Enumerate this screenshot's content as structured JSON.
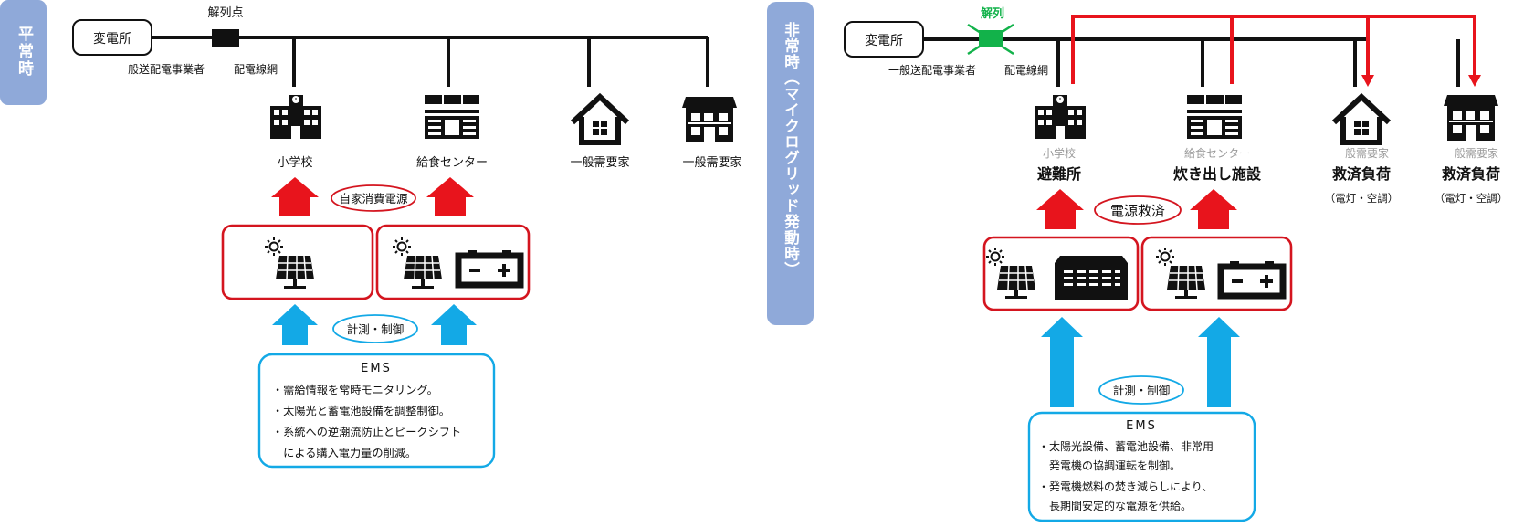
{
  "normal": {
    "mode_label": "平常時",
    "substation": "変電所",
    "disconnect_point": "解列点",
    "utility": "一般送配電事業者",
    "grid": "配電線網",
    "facilities": [
      "小学校",
      "給食センター",
      "一般需要家",
      "一般需要家"
    ],
    "self_power": "自家消費電源",
    "measure_control": "計測・制御",
    "ems": {
      "title": "EMS",
      "lines": [
        "・需給情報を常時モニタリング。",
        "・太陽光と蓄電池設備を調整制御。",
        "・系統への逆潮流防止とピークシフト",
        "　による購入電力量の削減。"
      ]
    }
  },
  "emergency": {
    "mode_label": "非常時（マイクログリッド発動時）",
    "substation": "変電所",
    "disconnect": "解列",
    "utility": "一般送配電事業者",
    "grid": "配電線網",
    "facilities": [
      {
        "orig": "小学校",
        "role": "避難所",
        "note": ""
      },
      {
        "orig": "給食センター",
        "role": "炊き出し施設",
        "note": ""
      },
      {
        "orig": "一般需要家",
        "role": "救済負荷",
        "note": "（電灯・空調）"
      },
      {
        "orig": "一般需要家",
        "role": "救済負荷",
        "note": "（電灯・空調）"
      }
    ],
    "power_relief": "電源救済",
    "measure_control": "計測・制御",
    "ems": {
      "title": "EMS",
      "lines": [
        "・太陽光設備、蓄電池設備、非常用",
        "　発電機の協調運転を制御。",
        "・発電機燃料の焚き減らしにより、",
        "　長期間安定的な電源を供給。"
      ]
    }
  },
  "colors": {
    "red": "#e8141c",
    "blue": "#13a9e6",
    "green": "#12b24a",
    "label_bg": "#8fa9d9",
    "box_red": "#d4151f"
  }
}
